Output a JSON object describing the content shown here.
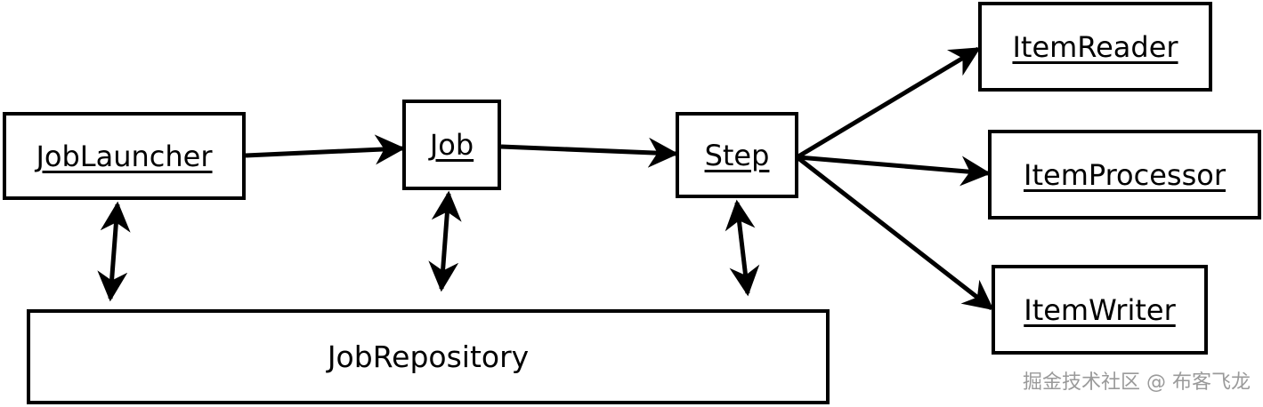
{
  "diagram": {
    "nodes": {
      "job_launcher": "JobLauncher",
      "job": "Job",
      "step": "Step",
      "item_reader": "ItemReader",
      "item_processor": "ItemProcessor",
      "item_writer": "ItemWriter",
      "job_repository": "JobRepository"
    },
    "edges": [
      {
        "from": "JobLauncher",
        "to": "Job",
        "direction": "forward"
      },
      {
        "from": "Job",
        "to": "Step",
        "direction": "forward"
      },
      {
        "from": "Step",
        "to": "ItemReader",
        "direction": "forward"
      },
      {
        "from": "Step",
        "to": "ItemProcessor",
        "direction": "forward"
      },
      {
        "from": "Step",
        "to": "ItemWriter",
        "direction": "forward"
      },
      {
        "from": "JobLauncher",
        "to": "JobRepository",
        "direction": "both"
      },
      {
        "from": "Job",
        "to": "JobRepository",
        "direction": "both"
      },
      {
        "from": "Step",
        "to": "JobRepository",
        "direction": "both"
      }
    ]
  },
  "watermark": "掘金技术社区 @ 布客飞龙"
}
